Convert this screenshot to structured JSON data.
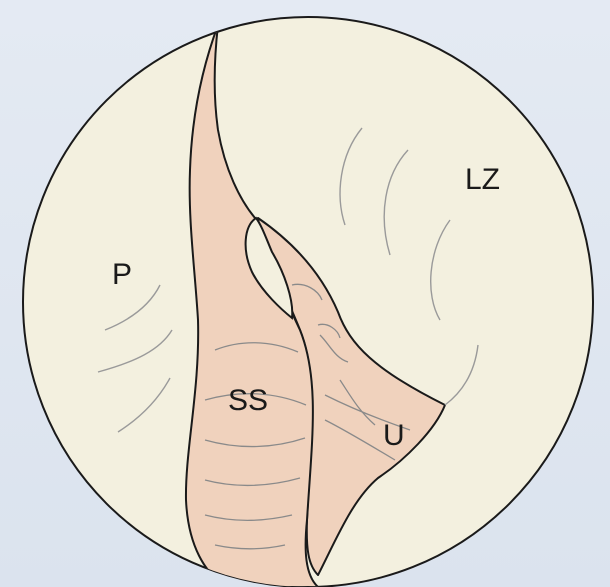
{
  "labels": {
    "p": "P",
    "lz": "LZ",
    "ss": "SS",
    "u": "U"
  },
  "colors": {
    "background": "#dfe6f0",
    "field": "#f3f0df",
    "tissue": "#f0d2bd",
    "outline": "#1a1a1a",
    "hatch": "#8a8a8a"
  }
}
